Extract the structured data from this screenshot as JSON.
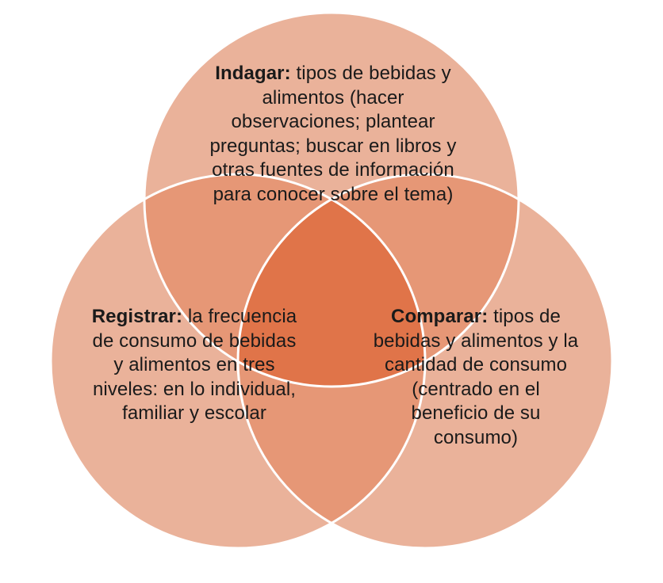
{
  "colors": {
    "circle_fill": "#eab29a",
    "pair_overlap": "#e69776",
    "center_overlap": "#e07449",
    "outline": "#ffffff",
    "text": "#1a1a1a"
  },
  "circles": {
    "top": {
      "keyword": "Indagar:",
      "description": "tipos de bebidas y alimentos (hacer observaciones; plantear preguntas; buscar en libros y otras fuentes de información para conocer sobre el tema)"
    },
    "left": {
      "keyword": "Registrar:",
      "description": "la frecuencia de consumo de bebidas y alimentos en tres niveles: en lo individual, familiar y escolar"
    },
    "right": {
      "keyword": "Comparar:",
      "description": "tipos de bebidas y alimentos y la cantidad de consumo (centrado en el beneficio de su consumo)"
    }
  }
}
